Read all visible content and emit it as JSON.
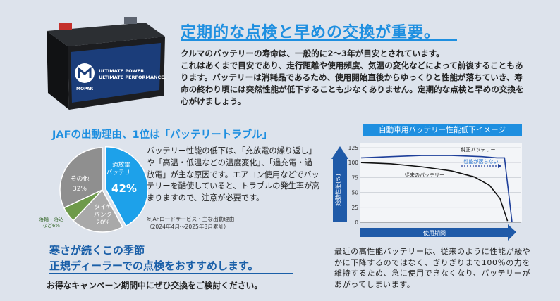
{
  "heading": "定期的な点検と早めの交換が重要。",
  "intro": {
    "line1": "クルマのバッテリーの寿命は、一般的に2〜3年が目安とされています。",
    "line2": "これはあくまで目安であり、走行距離や使用頻度、気温の変化などによって前後することもあります。バッテリーは消耗品であるため、使用開始直後からゆっくりと性能が落ちていき、寿命の終わり頃には突然性能が低下することも少なくありません。定期的な点検と早めの交換を心がけましょう。"
  },
  "battery": {
    "brand": "MOPAR",
    "slogan1": "ULTIMATE POWER.",
    "slogan2": "ULTIMATE PERFORMANCE."
  },
  "jaf": {
    "title": "JAFの出動理由、1位は「バッテリートラブル」",
    "body": "バッテリー性能の低下は、「充放電の繰り返し」や「高温・低温などの温度変化」、「過充電・過放電」が主な原因です。エアコン使用などでバッテリーを酷使していると、トラブルの発生率が高まりますので、注意が必要です。",
    "note1": "※JAFロードサービス・主な出動理由",
    "note2": "（2024年4月〜2025年3月累計）",
    "pie": {
      "slices": [
        {
          "label1": "過放電",
          "label2": "バッテリー",
          "value": 42,
          "color": "#1da1ea"
        },
        {
          "label1": "タイヤ",
          "label2": "パンク",
          "value": 20,
          "color": "#a9a9a9"
        },
        {
          "label1": "落輪・落込",
          "label2": "など",
          "value": 6,
          "color": "#6e9a4a"
        },
        {
          "label1": "その他",
          "label2": "",
          "value": 32,
          "color": "#8f8f8f"
        }
      ],
      "pct42": "42%",
      "pct20": "20%",
      "pct6": "6%",
      "pct32": "32%"
    }
  },
  "recommend": {
    "line1": "寒さが続くこの季節",
    "line2": "正規ディーラーでの点検をおすすめします。",
    "line3": "お得なキャンペーン期間中にぜひ交換をご検討ください。"
  },
  "chart_data": {
    "type": "line",
    "title": "自動車用バッテリー性能低下イメージ",
    "ylabel": "始動性能(%)",
    "xlabel": "使用期間",
    "yticks": [
      "125",
      "100",
      "75",
      "50",
      "25",
      "0"
    ],
    "ylim": [
      0,
      125
    ],
    "series": [
      {
        "name": "純正バッテリー",
        "x": [
          0,
          20,
          40,
          60,
          80,
          90,
          95,
          100
        ],
        "y": [
          108,
          110,
          112,
          112,
          110,
          108,
          108,
          0
        ]
      },
      {
        "name": "従来のバッテリー",
        "x": [
          0,
          20,
          40,
          60,
          75,
          85,
          92,
          97
        ],
        "y": [
          100,
          98,
          93,
          86,
          76,
          62,
          40,
          2
        ]
      }
    ],
    "annotation": "性能が落ちない"
  },
  "chartText": "最近の高性能バッテリーは、従来のように性能が緩やかに下降するのではなく、ぎりぎりまで100％の力を維持するため、急に使用できなくなり、バッテリーがあがってしまいます。"
}
